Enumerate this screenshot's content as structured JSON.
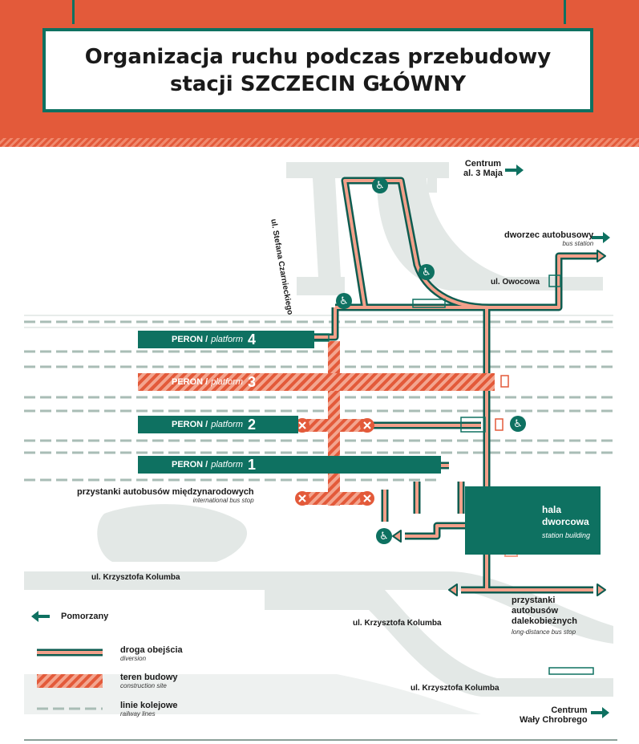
{
  "title": {
    "line1": "Organizacja ruchu podczas przebudowy",
    "line2": "stacji SZCZECIN GŁÓWNY"
  },
  "colors": {
    "brand_orange": "#e35a3a",
    "brand_green": "#0e7161",
    "diversion_fill": "#f3a08a",
    "street_gray": "#e3e8e6"
  },
  "directions": {
    "centrum_top": {
      "line1": "Centrum",
      "line2": "al. 3 Maja"
    },
    "bus_station": {
      "label": "dworzec autobusowy",
      "sub": "bus station"
    },
    "pomorzany": "Pomorzany",
    "centrum_bottom": {
      "line1": "Centrum",
      "line2": "Wały Chrobrego"
    }
  },
  "streets": {
    "czarnieckiego": "ul. Stefana Czarnieckiego",
    "owocowa": "ul. Owocowa",
    "kolumba_1": "ul. Krzysztofa Kolumba",
    "kolumba_2": "ul. Krzysztofa Kolumba",
    "kolumba_3": "ul. Krzysztofa Kolumba"
  },
  "platforms": [
    {
      "pl": "PERON",
      "en": "platform",
      "num": "4",
      "status": "open"
    },
    {
      "pl": "PERON",
      "en": "platform",
      "num": "3",
      "status": "closed"
    },
    {
      "pl": "PERON",
      "en": "platform",
      "num": "2",
      "status": "open"
    },
    {
      "pl": "PERON",
      "en": "platform",
      "num": "1",
      "status": "open"
    }
  ],
  "international_stop": {
    "label": "przystanki autobusów międzynarodowych",
    "sub": "international bus stop"
  },
  "station_building": {
    "line1": "hala",
    "line2": "dworcowa",
    "sub": "station building"
  },
  "long_distance_stop": {
    "line1": "przystanki",
    "line2": "autobusów",
    "line3": "dalekobieżnych",
    "sub": "long-distance bus stop"
  },
  "legend": [
    {
      "label": "droga obejścia",
      "sub": "diversion",
      "icon": "diversion-line"
    },
    {
      "label": "teren budowy",
      "sub": "construction site",
      "icon": "construction-hatch"
    },
    {
      "label": "linie kolejowe",
      "sub": "railway lines",
      "icon": "railway-dashes"
    }
  ],
  "icons": [
    "wheelchair-icon",
    "arrow-right-icon",
    "arrow-left-icon",
    "closed-x-icon",
    "stairs-icon"
  ]
}
